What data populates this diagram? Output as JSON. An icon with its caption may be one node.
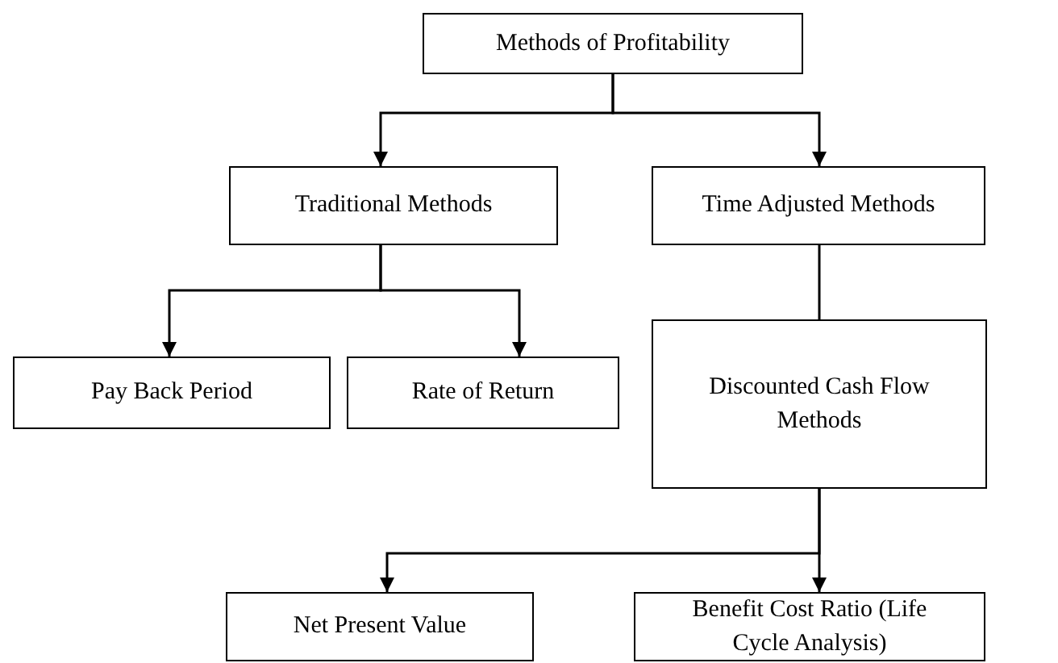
{
  "diagram": {
    "nodes": [
      {
        "text": [
          "Methods of Profitability"
        ]
      },
      {
        "text": [
          "Traditional Methods"
        ]
      },
      {
        "text": [
          "Time Adjusted Methods"
        ]
      },
      {
        "text": [
          "Pay Back Period"
        ]
      },
      {
        "text": [
          "Rate of Return"
        ]
      },
      {
        "text": [
          "Discounted Cash Flow Methods"
        ]
      },
      {
        "text": [
          "Net Present Value"
        ]
      },
      {
        "text": [
          "Benefit Cost Ratio (Life Cycle Analysis)"
        ]
      }
    ],
    "edges": [
      {
        "from": 0,
        "to": 1,
        "arrow": "to"
      },
      {
        "from": 0,
        "to": 2,
        "arrow": "to"
      },
      {
        "from": 1,
        "to": 3,
        "arrow": "to"
      },
      {
        "from": 1,
        "to": 4,
        "arrow": "to"
      },
      {
        "from": 2,
        "to": 5,
        "arrow": "none"
      },
      {
        "from": 5,
        "to": 6,
        "arrow": "to"
      },
      {
        "from": 5,
        "to": 7,
        "arrow": "to"
      }
    ]
  }
}
